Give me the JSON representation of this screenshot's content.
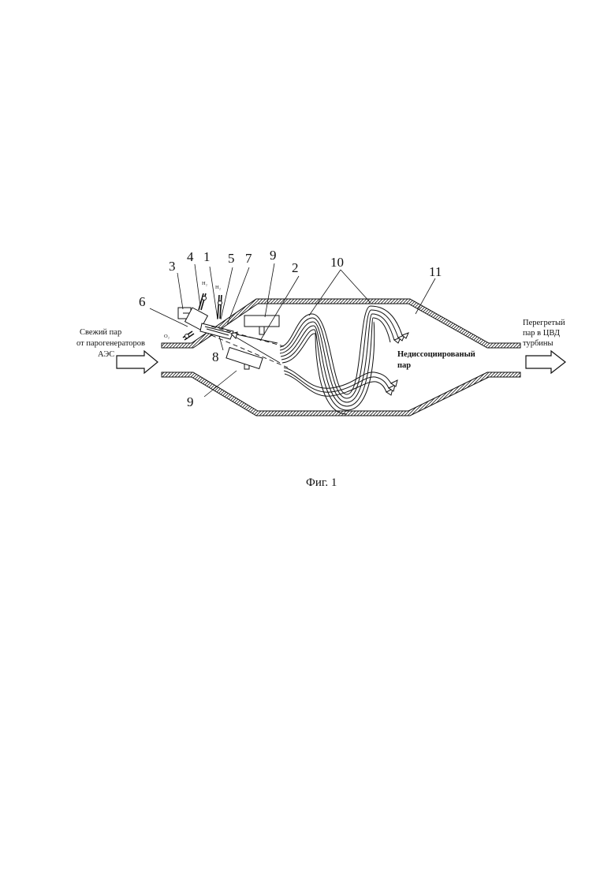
{
  "figure": {
    "caption": "Фиг. 1",
    "inlet_text": [
      "Свежий пар",
      "от парогенераторов",
      "АЭС"
    ],
    "outlet_text": [
      "Перегретый",
      "пар в ЦВД",
      "турбины"
    ],
    "steam_text": [
      "Недиссоциированый",
      "пар"
    ],
    "gas_labels": {
      "h2_a": "H₂",
      "h2_b": "H₂",
      "o2": "O₂"
    },
    "numbers": {
      "n1": "1",
      "n2": "2",
      "n3": "3",
      "n4": "4",
      "n5": "5",
      "n6": "6",
      "n7": "7",
      "n8": "8",
      "n9_top": "9",
      "n9_bottom": "9",
      "n10": "10",
      "n11": "11"
    }
  }
}
